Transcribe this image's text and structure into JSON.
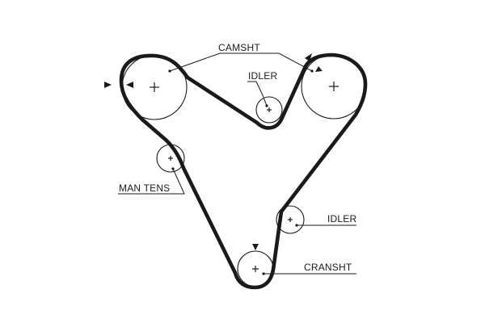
{
  "labels": {
    "camshaft": "CAMSHT",
    "idler_top": "IDLER",
    "idler_right": "IDLER",
    "manual_tensioner": "MAN TENS",
    "crankshaft": "CRANSHT"
  },
  "colors": {
    "line": "#1a1a1a",
    "background": "#ffffff"
  },
  "icons": {
    "pulley_center": "plus-sign",
    "rotation_marker": "triangle-arrow"
  }
}
